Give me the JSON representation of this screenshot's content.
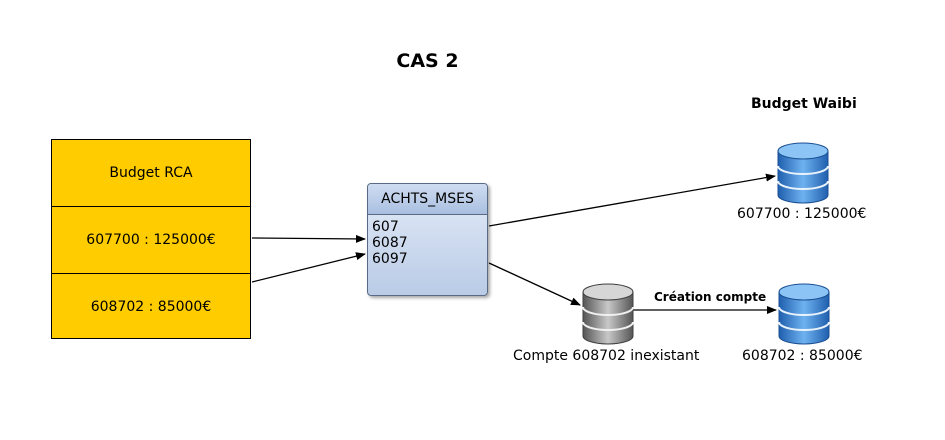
{
  "title": "CAS 2",
  "budget_rca": {
    "header": "Budget RCA",
    "rows": [
      "607700 : 125000€",
      "608702 : 85000€"
    ]
  },
  "achts": {
    "header": "ACHTS_MSES",
    "lines": [
      "607",
      "6087",
      "6097"
    ]
  },
  "budget_waibi": {
    "label": "Budget Waibi",
    "item1": "607700 : 125000€",
    "item2": "608702 : 85000€"
  },
  "missing_account": "Compte 608702 inexistant",
  "creation_label": "Création compte",
  "colors": {
    "rca_fill": "#FFCC00",
    "db_blue": "#4a90e2",
    "db_gray": "#8a8a8a"
  }
}
